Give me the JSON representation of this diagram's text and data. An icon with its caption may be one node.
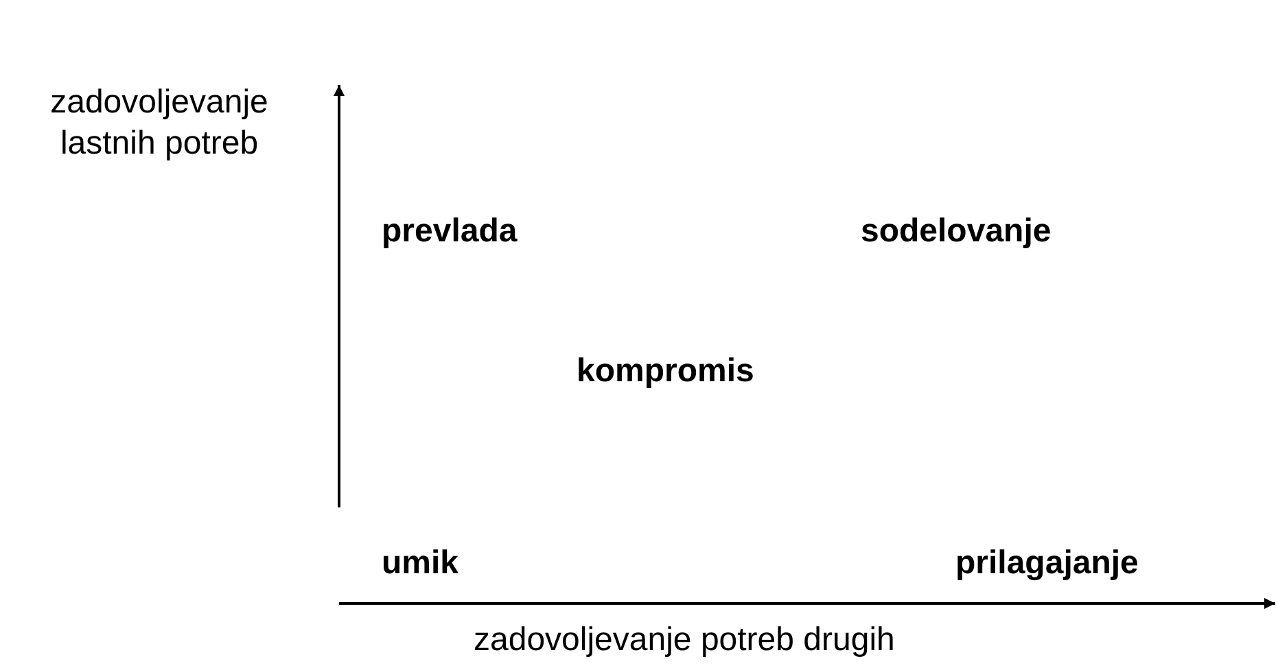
{
  "diagram": {
    "labels": [
      "zadovoljevanje lastnih potreb",
      "prevlada",
      "sodelovanje",
      "kompromis",
      "umik",
      "prilagajanje",
      "zadovoljevanje potreb drugih"
    ]
  }
}
